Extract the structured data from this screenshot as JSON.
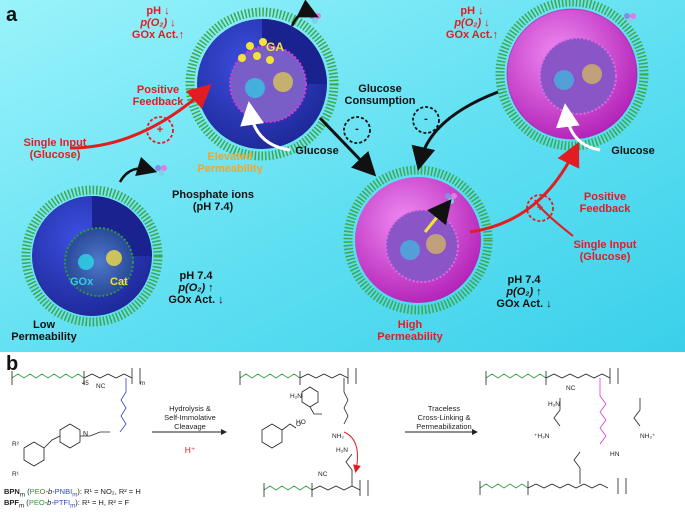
{
  "panel_a": {
    "letter": "a",
    "top_left_conditions": [
      "pH ↓",
      "p(O₂) ↓",
      "GOx Act.↑"
    ],
    "top_right_conditions": [
      "pH ↓",
      "p(O₂) ↓",
      "GOx Act.↑"
    ],
    "ga_label": "GA",
    "positive_feedback_left": [
      "Positive",
      "Feedback"
    ],
    "single_input_left": [
      "Single Input",
      "(Glucose)"
    ],
    "elevated_permeability": [
      "Elevated",
      "Permeability"
    ],
    "glucose_label_left": "Glucose",
    "glucose_consumption": [
      "Glucose",
      "Consumption"
    ],
    "glucose_label_right": "Glucose",
    "phosphate": [
      "Phosphate ions",
      "(pH 7.4)"
    ],
    "gox_label": "GOx",
    "cat_label": "Cat",
    "bottom_left_conditions": [
      "pH 7.4",
      "p(O₂) ↑",
      "GOx Act. ↓"
    ],
    "low_permeability": [
      "Low",
      "Permeability"
    ],
    "positive_feedback_right": [
      "Positive",
      "Feedback"
    ],
    "single_input_right": [
      "Single Input",
      "(Glucose)"
    ],
    "bottom_right_conditions": [
      "pH 7.4",
      "p(O₂) ↑",
      "GOx Act. ↓"
    ],
    "high_permeability": [
      "High",
      "Permeability"
    ],
    "plus": "+",
    "minus": "-",
    "colors": {
      "membrane_blue": "#2a36c8",
      "membrane_magenta": "#d63ad8",
      "corona_green": "#3fa84a",
      "feedback_red": "#e21d22",
      "bg_cyan": "#5fdff2"
    }
  },
  "panel_b": {
    "letter": "b",
    "step1": [
      "Hydrolysis &",
      "Self-Immolative",
      "Cleavage"
    ],
    "proton": "H⁺",
    "step2": [
      "Traceless",
      "Cross-Linking &",
      "Permeabilization"
    ],
    "chem_labels": {
      "n45": "45",
      "m": "m",
      "nc": "NC",
      "nh2": "NH₂",
      "ho": "HO",
      "h2n": "H₂N",
      "nh3": "NH₃⁺",
      "h3n": "⁺H₃N",
      "hn": "HN",
      "o": "O",
      "n": "N",
      "r1": "R¹",
      "r2": "R²"
    },
    "caption_bpn": [
      "BPN",
      "m",
      " (",
      "PEO",
      "-b-",
      "PNBI",
      "m",
      "): R¹ = NO₂, R² = H"
    ],
    "caption_bpf": [
      "BPF",
      "m",
      " (",
      "PEO",
      "-b-",
      "PTFI",
      "m",
      "): R¹ = H, R² = F"
    ]
  }
}
